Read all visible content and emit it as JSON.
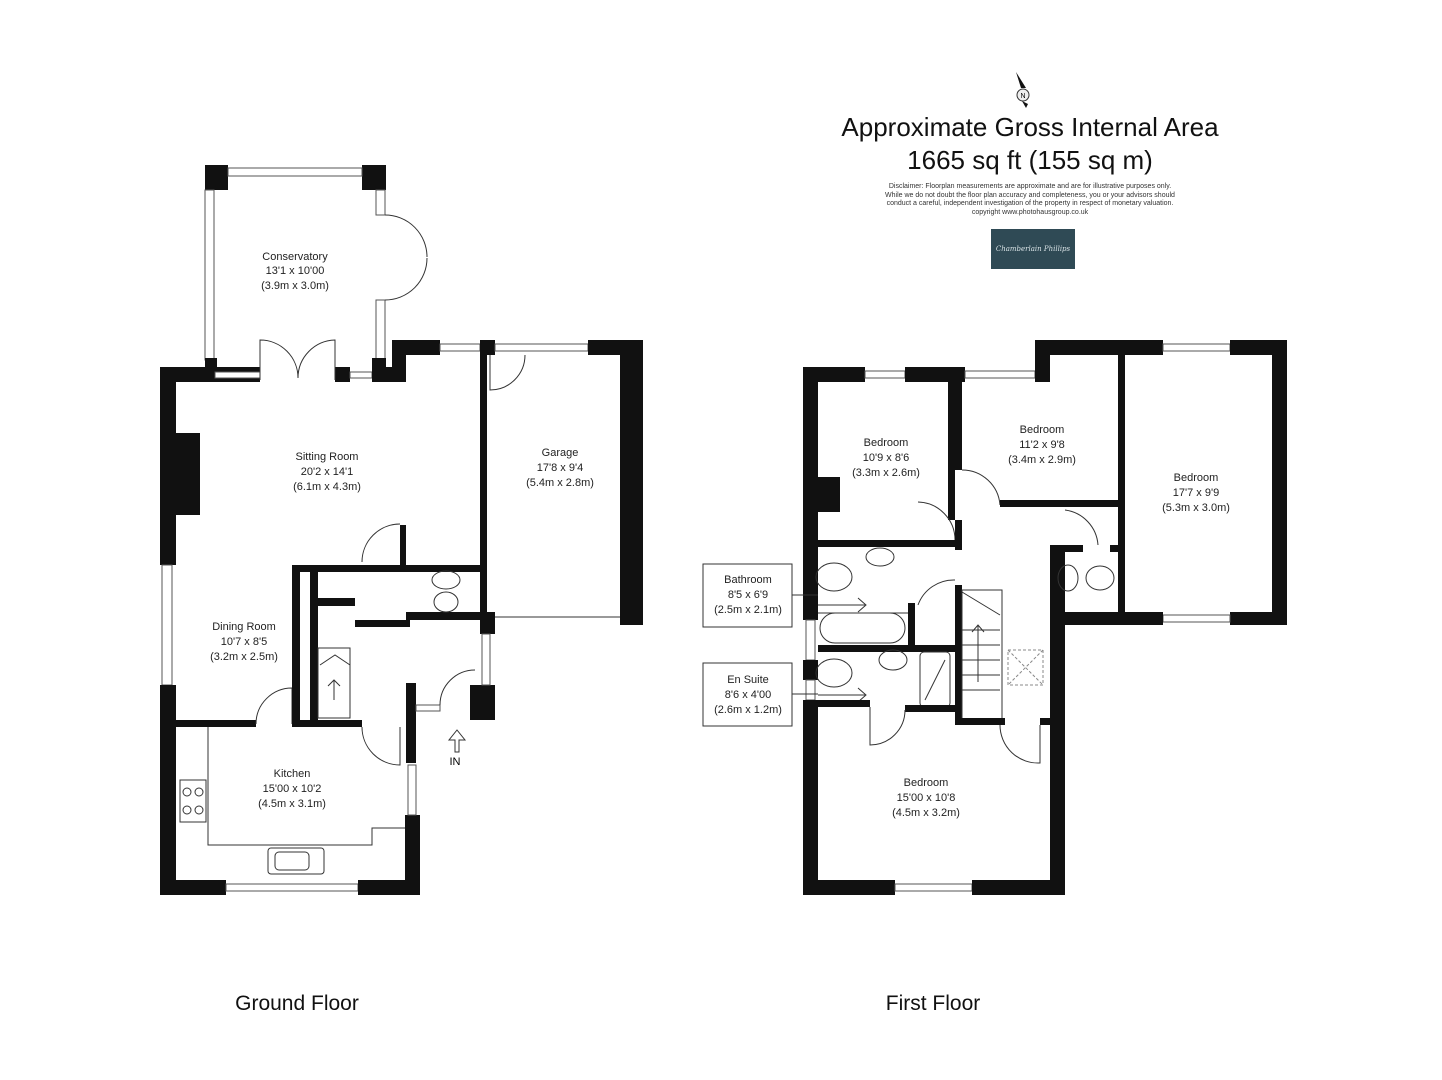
{
  "header": {
    "title_line1": "Approximate Gross Internal Area",
    "title_line2": "1665 sq ft (155 sq m)",
    "disclaimer": [
      "Disclaimer: Floorplan measurements are approximate and are for illustrative purposes only.",
      "While we do not doubt the floor plan accuracy and completeness, you or your advisors should",
      "conduct a careful, independent investigation of the property in respect of monetary valuation.",
      "copyright www.photohausgroup.co.uk"
    ],
    "logo_text": "Chamberlain Phillips",
    "compass_label": "N"
  },
  "ground_floor": {
    "label": "Ground Floor",
    "entrance": "IN",
    "rooms": [
      {
        "name": "Conservatory",
        "imperial": "13'1 x 10'00",
        "metric": "(3.9m x 3.0m)"
      },
      {
        "name": "Sitting Room",
        "imperial": "20'2 x 14'1",
        "metric": "(6.1m x 4.3m)"
      },
      {
        "name": "Garage",
        "imperial": "17'8 x 9'4",
        "metric": "(5.4m x 2.8m)"
      },
      {
        "name": "Dining Room",
        "imperial": "10'7 x 8'5",
        "metric": "(3.2m x 2.5m)"
      },
      {
        "name": "Kitchen",
        "imperial": "15'00 x 10'2",
        "metric": "(4.5m x 3.1m)"
      }
    ]
  },
  "first_floor": {
    "label": "First Floor",
    "rooms": [
      {
        "name": "Bedroom",
        "imperial": "10'9 x 8'6",
        "metric": "(3.3m x 2.6m)"
      },
      {
        "name": "Bedroom",
        "imperial": "11'2 x 9'8",
        "metric": "(3.4m x 2.9m)"
      },
      {
        "name": "Bedroom",
        "imperial": "17'7 x 9'9",
        "metric": "(5.3m x 3.0m)"
      },
      {
        "name": "Bathroom",
        "imperial": "8'5 x 6'9",
        "metric": "(2.5m x 2.1m)"
      },
      {
        "name": "En Suite",
        "imperial": "8'6 x 4'00",
        "metric": "(2.6m x 1.2m)"
      },
      {
        "name": "Bedroom",
        "imperial": "15'00 x 10'8",
        "metric": "(4.5m x 3.2m)"
      }
    ]
  }
}
